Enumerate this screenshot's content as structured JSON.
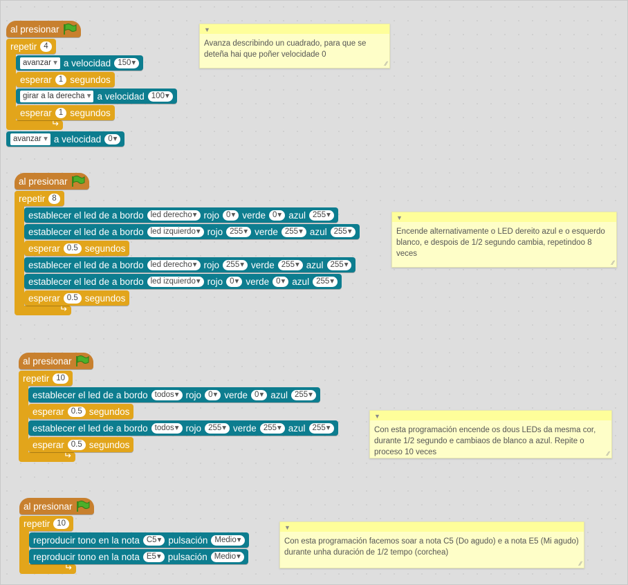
{
  "stacks": [
    {
      "hat": "al presionar",
      "repeat_label": "repetir",
      "repeat_count": "4",
      "rows": [
        {
          "type": "teal",
          "parts": [
            {
              "k": "dd",
              "v": "avanzar"
            },
            {
              "k": "t",
              "v": "a velocidad"
            },
            {
              "k": "numdd",
              "v": "150"
            }
          ]
        },
        {
          "type": "control",
          "parts": [
            {
              "k": "t",
              "v": "esperar"
            },
            {
              "k": "num",
              "v": "1"
            },
            {
              "k": "t",
              "v": "segundos"
            }
          ]
        },
        {
          "type": "teal",
          "parts": [
            {
              "k": "dd",
              "v": "girar a la derecha"
            },
            {
              "k": "t",
              "v": "a velocidad"
            },
            {
              "k": "numdd",
              "v": "100"
            }
          ]
        },
        {
          "type": "control",
          "parts": [
            {
              "k": "t",
              "v": "esperar"
            },
            {
              "k": "num",
              "v": "1"
            },
            {
              "k": "t",
              "v": "segundos"
            }
          ]
        }
      ],
      "after": [
        {
          "type": "teal",
          "parts": [
            {
              "k": "dd",
              "v": "avanzar"
            },
            {
              "k": "t",
              "v": "a velocidad"
            },
            {
              "k": "numdd",
              "v": "0"
            }
          ]
        }
      ]
    },
    {
      "hat": "al presionar",
      "repeat_label": "repetir",
      "repeat_count": "8",
      "rows": [
        {
          "type": "teal",
          "parts": [
            {
              "k": "t",
              "v": "establecer el led de a bordo"
            },
            {
              "k": "numdd",
              "v": "led derecho"
            },
            {
              "k": "t",
              "v": "rojo"
            },
            {
              "k": "numdd",
              "v": "0"
            },
            {
              "k": "t",
              "v": "verde"
            },
            {
              "k": "numdd",
              "v": "0"
            },
            {
              "k": "t",
              "v": "azul"
            },
            {
              "k": "numdd",
              "v": "255"
            }
          ]
        },
        {
          "type": "teal",
          "parts": [
            {
              "k": "t",
              "v": "establecer el led de a bordo"
            },
            {
              "k": "numdd",
              "v": "led izquierdo"
            },
            {
              "k": "t",
              "v": "rojo"
            },
            {
              "k": "numdd",
              "v": "255"
            },
            {
              "k": "t",
              "v": "verde"
            },
            {
              "k": "numdd",
              "v": "255"
            },
            {
              "k": "t",
              "v": "azul"
            },
            {
              "k": "numdd",
              "v": "255"
            }
          ]
        },
        {
          "type": "control",
          "parts": [
            {
              "k": "t",
              "v": "esperar"
            },
            {
              "k": "num",
              "v": "0.5"
            },
            {
              "k": "t",
              "v": "segundos"
            }
          ]
        },
        {
          "type": "teal",
          "parts": [
            {
              "k": "t",
              "v": "establecer el led de a bordo"
            },
            {
              "k": "numdd",
              "v": "led derecho"
            },
            {
              "k": "t",
              "v": "rojo"
            },
            {
              "k": "numdd",
              "v": "255"
            },
            {
              "k": "t",
              "v": "verde"
            },
            {
              "k": "numdd",
              "v": "255"
            },
            {
              "k": "t",
              "v": "azul"
            },
            {
              "k": "numdd",
              "v": "255"
            }
          ]
        },
        {
          "type": "teal",
          "parts": [
            {
              "k": "t",
              "v": "establecer el led de a bordo"
            },
            {
              "k": "numdd",
              "v": "led izquierdo"
            },
            {
              "k": "t",
              "v": "rojo"
            },
            {
              "k": "numdd",
              "v": "0"
            },
            {
              "k": "t",
              "v": "verde"
            },
            {
              "k": "numdd",
              "v": "0"
            },
            {
              "k": "t",
              "v": "azul"
            },
            {
              "k": "numdd",
              "v": "255"
            }
          ]
        },
        {
          "type": "control",
          "parts": [
            {
              "k": "t",
              "v": "esperar"
            },
            {
              "k": "num",
              "v": "0.5"
            },
            {
              "k": "t",
              "v": "segundos"
            }
          ]
        }
      ],
      "after": []
    },
    {
      "hat": "al presionar",
      "repeat_label": "repetir",
      "repeat_count": "10",
      "rows": [
        {
          "type": "teal",
          "parts": [
            {
              "k": "t",
              "v": "establecer el led de a bordo"
            },
            {
              "k": "numdd",
              "v": "todos"
            },
            {
              "k": "t",
              "v": "rojo"
            },
            {
              "k": "numdd",
              "v": "0"
            },
            {
              "k": "t",
              "v": "verde"
            },
            {
              "k": "numdd",
              "v": "0"
            },
            {
              "k": "t",
              "v": "azul"
            },
            {
              "k": "numdd",
              "v": "255"
            }
          ]
        },
        {
          "type": "control",
          "parts": [
            {
              "k": "t",
              "v": "esperar"
            },
            {
              "k": "num",
              "v": "0.5"
            },
            {
              "k": "t",
              "v": "segundos"
            }
          ]
        },
        {
          "type": "teal",
          "parts": [
            {
              "k": "t",
              "v": "establecer el led de a bordo"
            },
            {
              "k": "numdd",
              "v": "todos"
            },
            {
              "k": "t",
              "v": "rojo"
            },
            {
              "k": "numdd",
              "v": "255"
            },
            {
              "k": "t",
              "v": "verde"
            },
            {
              "k": "numdd",
              "v": "255"
            },
            {
              "k": "t",
              "v": "azul"
            },
            {
              "k": "numdd",
              "v": "255"
            }
          ]
        },
        {
          "type": "control",
          "parts": [
            {
              "k": "t",
              "v": "esperar"
            },
            {
              "k": "num",
              "v": "0.5"
            },
            {
              "k": "t",
              "v": "segundos"
            }
          ]
        }
      ],
      "after": []
    },
    {
      "hat": "al presionar",
      "repeat_label": "repetir",
      "repeat_count": "10",
      "rows": [
        {
          "type": "teal",
          "parts": [
            {
              "k": "t",
              "v": "reproducir tono en la nota"
            },
            {
              "k": "numdd",
              "v": "C5"
            },
            {
              "k": "t",
              "v": "pulsación"
            },
            {
              "k": "numdd",
              "v": "Medio"
            }
          ]
        },
        {
          "type": "teal",
          "parts": [
            {
              "k": "t",
              "v": "reproducir tono en la nota"
            },
            {
              "k": "numdd",
              "v": "E5"
            },
            {
              "k": "t",
              "v": "pulsación"
            },
            {
              "k": "numdd",
              "v": "Medio"
            }
          ]
        }
      ],
      "after": []
    }
  ],
  "notes": [
    "Avanza describindo un cuadrado, para que se deteña hai que poñer velocidade 0",
    "Encende alternativamente o LED dereito azul e o esquerdo blanco, e despois de 1/2 segundo cambia, repetindoo 8 veces",
    "Con esta programación encende os dous LEDs da mesma cor, durante 1/2 segundo e cambiaos de blanco a azul. Repite o proceso 10 veces",
    "Con esta programación facemos soar a nota C5 (Do agudo) e a nota E5 (Mi agudo) durante unha duración de 1/2 tempo (corchea)"
  ]
}
